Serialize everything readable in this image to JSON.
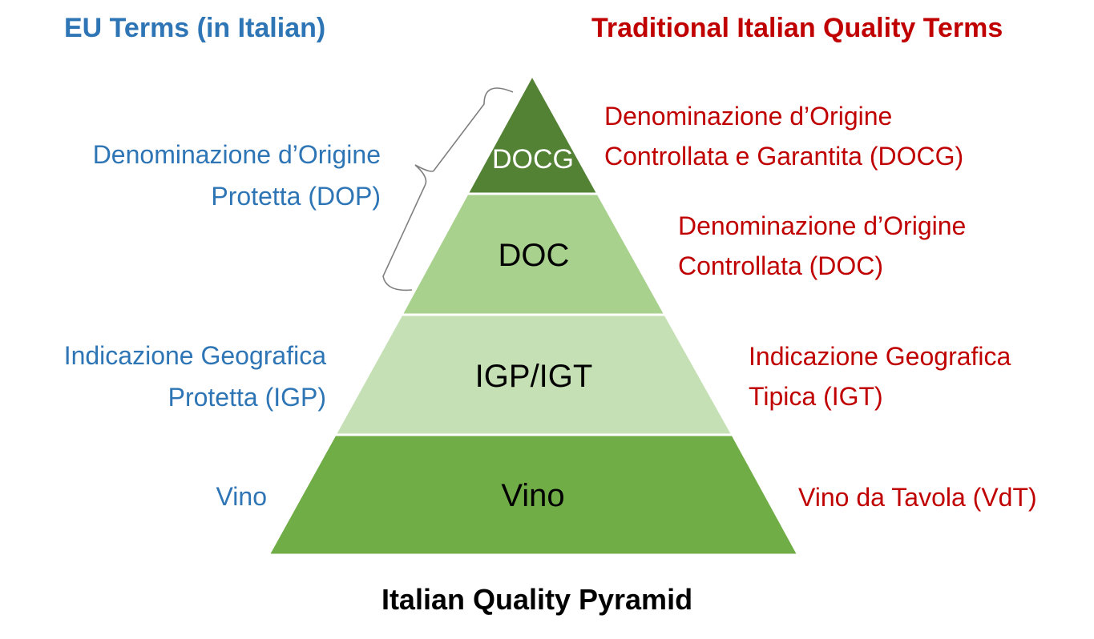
{
  "colors": {
    "eu_text": "#2E75B6",
    "traditional_text": "#C00000",
    "docg_fill": "#548235",
    "doc_fill": "#A9D18E",
    "igp_fill": "#C5E0B4",
    "vino_fill": "#70AD47",
    "tier_border": "#FFFFFF",
    "bracket": "#7F7F7F"
  },
  "headers": {
    "eu": "EU Terms (in Italian)",
    "traditional": "Traditional Italian Quality Terms"
  },
  "pyramid": {
    "tiers": [
      {
        "id": "docg",
        "label": "DOCG"
      },
      {
        "id": "doc",
        "label": "DOC"
      },
      {
        "id": "igp",
        "label": "IGP/IGT"
      },
      {
        "id": "vino",
        "label": "Vino"
      }
    ]
  },
  "eu_terms": {
    "dop": [
      "Denominazione d’Origine",
      "Protetta (DOP)"
    ],
    "igp": [
      "Indicazione Geografica",
      "Protetta (IGP)"
    ],
    "vino": [
      "Vino"
    ]
  },
  "traditional_terms": {
    "docg": [
      "Denominazione d’Origine",
      "Controllata e Garantita  (DOCG)"
    ],
    "doc": [
      "Denominazione d’Origine",
      "Controllata (DOC)"
    ],
    "igt": [
      "Indicazione Geografica",
      "Tipica (IGT)"
    ],
    "vdt": [
      "Vino da Tavola (VdT)"
    ]
  },
  "title": "Italian Quality Pyramid"
}
